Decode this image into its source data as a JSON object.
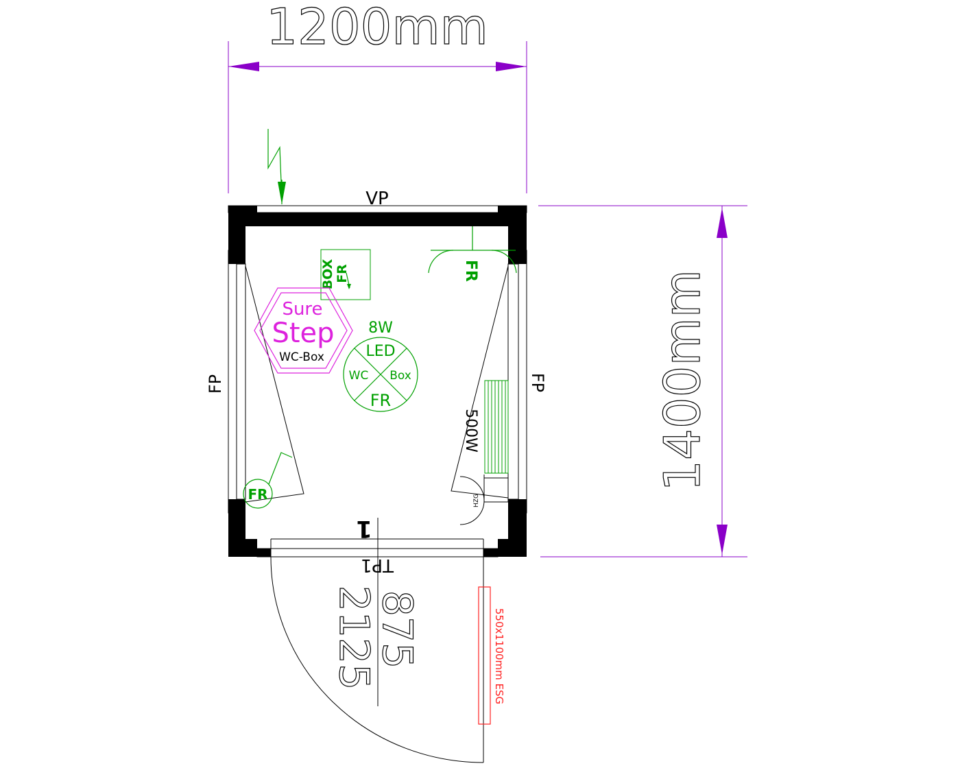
{
  "dimensions": {
    "width_label": "1200mm",
    "height_label": "1400mm"
  },
  "walls": {
    "top_label": "VP",
    "left_label": "FP",
    "right_label": "FP",
    "bottom_label": "TP1"
  },
  "door": {
    "width_value": "875",
    "height_value": "2125",
    "mark": "1"
  },
  "logo": {
    "line1": "Sure",
    "line2": "Step",
    "line3": "WC-Box"
  },
  "lamp": {
    "power": "8W",
    "top": "LED",
    "left": "WC",
    "right": "Box",
    "bottom": "FR"
  },
  "fixtures": {
    "box_label": "BOX",
    "box_fr_label": "FR",
    "ceiling_fr_label": "FR",
    "detector_label": "FR",
    "heater_label": "500W",
    "hzg_label": "HZG"
  },
  "ramp": {
    "label": "550x1100mm ESG"
  },
  "colors": {
    "dimension": "#8a00c8",
    "electrical": "#00a000",
    "logo": "#dd22dd",
    "ramp": "#ff2020",
    "wall": "#000000"
  }
}
